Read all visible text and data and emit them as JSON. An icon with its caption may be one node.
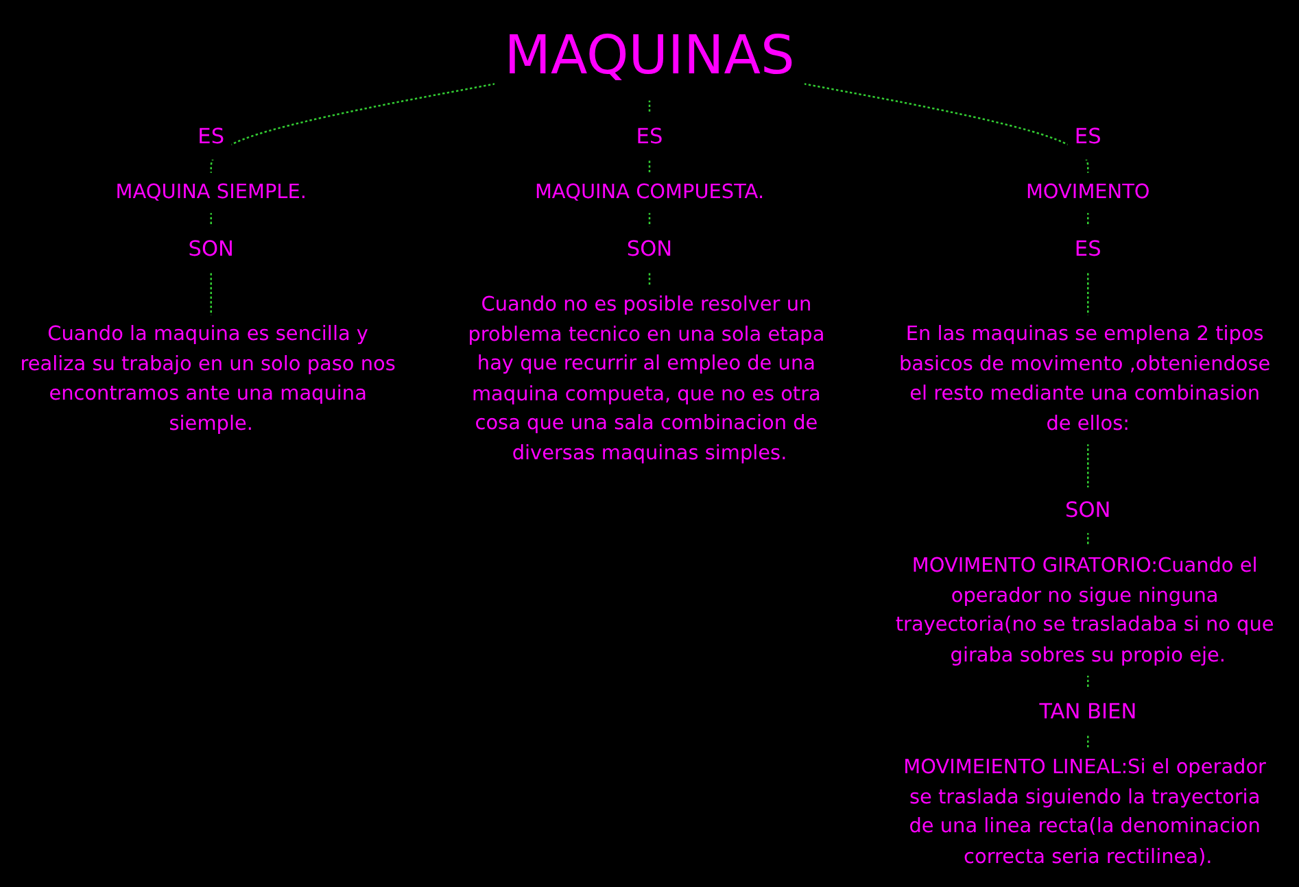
{
  "diagram": {
    "nodes": [
      {
        "text": [
          "MAQUINAS"
        ]
      },
      {
        "text": [
          "MAQUINA SIEMPLE."
        ]
      },
      {
        "text": [
          "Cuando la maquina es sencilla y realiza su trabajo en un solo paso nos encontramos ante una maquina siemple."
        ]
      },
      {
        "text": [
          "MAQUINA COMPUESTA."
        ]
      },
      {
        "text": [
          "Cuando no es posible resolver un problema tecnico en una sola etapa hay que recurrir al empleo de una maquina compueta, que no es otra cosa que una sala combinacion de diversas maquinas simples."
        ]
      },
      {
        "text": [
          "MOVIMENTO"
        ]
      },
      {
        "text": [
          "En las maquinas se emplena 2 tipos basicos de movimento ,obteniendose el resto mediante una combinasion de ellos:"
        ]
      },
      {
        "text": [
          "MOVIMENTO GIRATORIO:Cuando el operador no sigue ninguna trayectoria(no se trasladaba si no que giraba sobres su propio eje."
        ]
      },
      {
        "text": [
          "MOVIMEIENTO LINEAL:Si el operador se traslada siguiendo la trayectoria de una linea recta(la denominacion correcta seria rectilinea)."
        ]
      }
    ],
    "edges": [
      {
        "from": 0,
        "to": 1,
        "arrow": "none",
        "label": "ES",
        "style": "dashed"
      },
      {
        "from": 1,
        "to": 2,
        "arrow": "none",
        "label": "SON",
        "style": "dashed"
      },
      {
        "from": 0,
        "to": 3,
        "arrow": "none",
        "label": "ES",
        "style": "dashed"
      },
      {
        "from": 3,
        "to": 4,
        "arrow": "none",
        "label": "SON",
        "style": "dashed"
      },
      {
        "from": 0,
        "to": 5,
        "arrow": "none",
        "label": "ES",
        "style": "dashed"
      },
      {
        "from": 5,
        "to": 6,
        "arrow": "none",
        "label": "ES",
        "style": "dashed"
      },
      {
        "from": 6,
        "to": 7,
        "arrow": "none",
        "label": "SON",
        "style": "dashed"
      },
      {
        "from": 7,
        "to": 8,
        "arrow": "none",
        "label": "TAN BIEN",
        "style": "dashed"
      }
    ]
  }
}
